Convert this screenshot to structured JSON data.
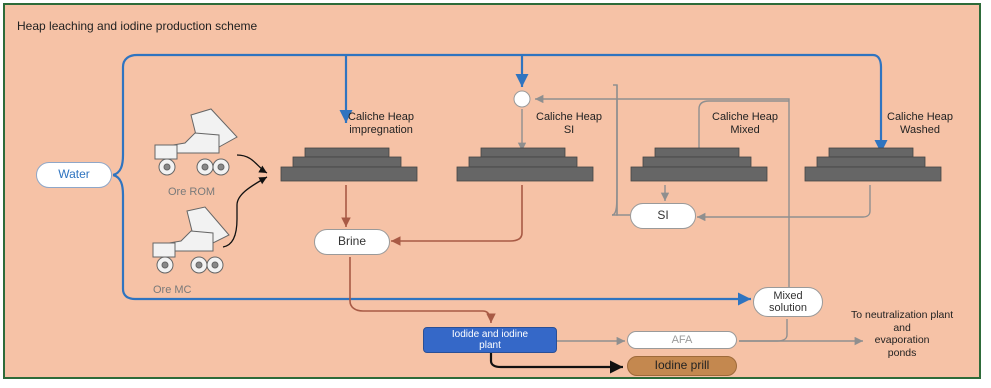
{
  "diagram": {
    "title": "Heap leaching  and iodine production scheme",
    "nodes": {
      "water": "Water",
      "ore_rom": "Ore ROM",
      "ore_mc": "Ore MC",
      "brine": "Brine",
      "si": "SI",
      "mixed_solution_line1": "Mixed",
      "mixed_solution_line2": "solution",
      "iodide_plant_line1": "Iodide and iodine",
      "iodide_plant_line2": "plant",
      "afa": "AFA",
      "iodine_prill": "Iodine prill"
    },
    "heaps": {
      "impregnation_line1": "Caliche Heap",
      "impregnation_line2": "impregnation",
      "si_line1": "Caliche Heap",
      "si_line2": "SI",
      "mixed_line1": "Caliche Heap",
      "mixed_line2": "Mixed",
      "washed_line1": "Caliche Heap",
      "washed_line2": "Washed"
    },
    "outputs": {
      "neutralization_line1": "To neutralization plant",
      "neutralization_line2": "and",
      "neutralization_line3": "evaporation",
      "neutralization_line4": "ponds"
    },
    "colors": {
      "background": "#f6c2a6",
      "frame": "#2e6b39",
      "water_line": "#2f74c0",
      "brine_line": "#a85a45",
      "solution_line": "#8f8f8f",
      "heap_fill": "#666666",
      "plant_fill": "#3568c8",
      "prill_fill": "#c4884f"
    },
    "icons": [
      "truck-icon",
      "junction-icon",
      "heap-icon"
    ]
  }
}
